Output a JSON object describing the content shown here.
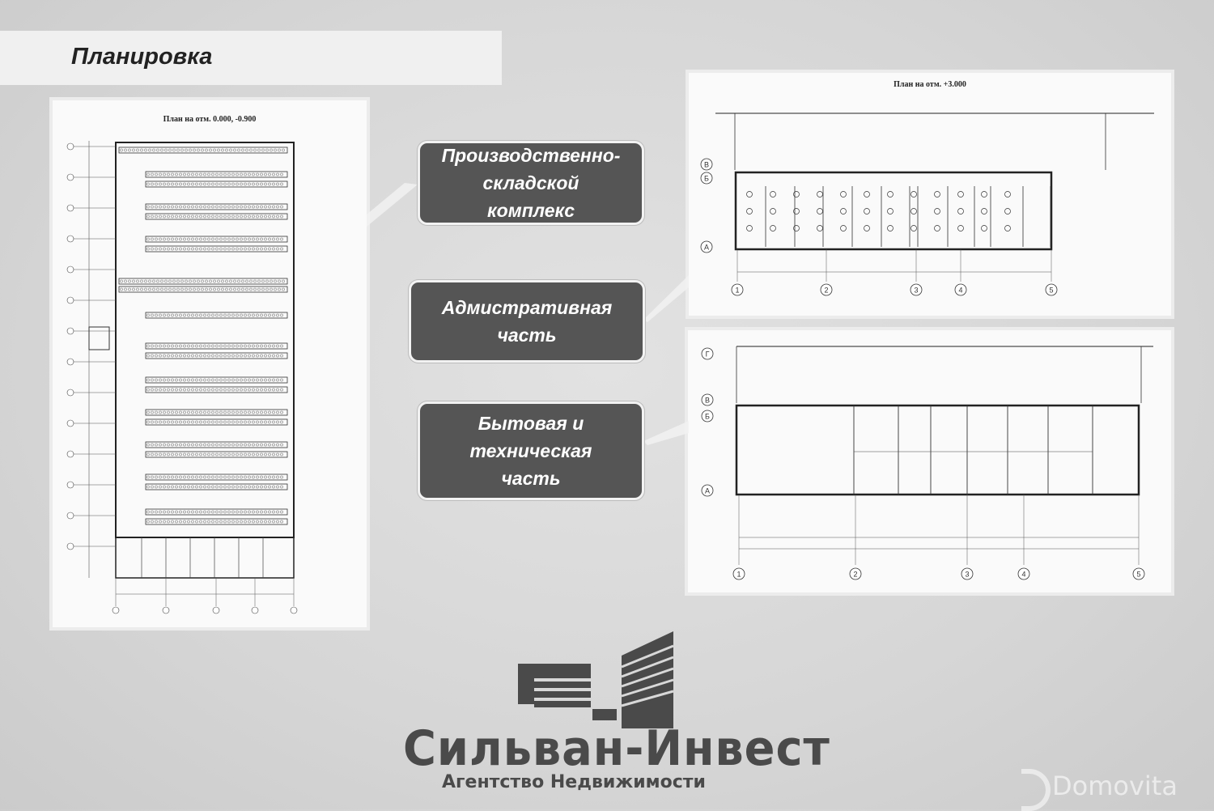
{
  "header": {
    "title": "Планировка"
  },
  "plans": {
    "ground": {
      "title": "План на отм. 0.000, -0.900"
    },
    "upper": {
      "title": "План на отм. +3.000",
      "axes": [
        "1",
        "2",
        "3",
        "4",
        "5"
      ],
      "rows": [
        "В",
        "Б",
        "А"
      ]
    },
    "lower": {
      "axes": [
        "1",
        "2",
        "3",
        "4",
        "5"
      ],
      "rows": [
        "Г",
        "В",
        "Б",
        "А"
      ]
    }
  },
  "labels": {
    "production": [
      "Производственно-",
      "складской",
      "комплекс"
    ],
    "admin": [
      "Адмистративная",
      "часть"
    ],
    "service": [
      "Бытовая и",
      "техническая",
      "часть"
    ]
  },
  "logo": {
    "name": "Сильван-Инвест",
    "subtitle": "Агентство Недвижимости"
  },
  "watermark": "Domovita",
  "colors": {
    "background": "#d9d9d9",
    "label_bg": "#555555",
    "logo": "#4a4a4a"
  }
}
